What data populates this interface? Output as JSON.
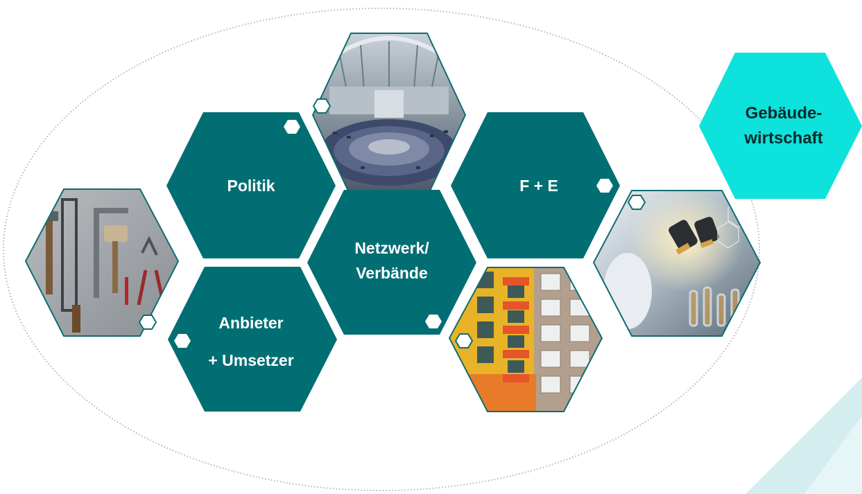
{
  "colors": {
    "hex_fill": "#006e73",
    "hex_border": "#0e6d70",
    "highlight_fill": "#0de2dc",
    "ellipse_stroke": "#b3b3b3",
    "corner_accent": "#d4eef0",
    "text_light": "#ffffff",
    "text_dark": "#0a2a2b"
  },
  "diagram": {
    "hubs": [
      {
        "id": "politik",
        "lines": [
          "Politik"
        ]
      },
      {
        "id": "netzwerk",
        "lines": [
          "Netzwerk/",
          "Verbände"
        ]
      },
      {
        "id": "fe",
        "lines": [
          "F + E"
        ]
      },
      {
        "id": "anbieter",
        "lines": [
          "Anbieter",
          "+ Umsetzer"
        ]
      }
    ],
    "photos": [
      {
        "id": "parliament",
        "subject": "plenary hall with glass dome"
      },
      {
        "id": "tools",
        "subject": "hand tools on grey surface"
      },
      {
        "id": "building",
        "subject": "colorful apartment facade"
      },
      {
        "id": "lab",
        "subject": "laboratory microscope"
      }
    ],
    "highlight": {
      "id": "gebaeudewirtschaft",
      "lines": [
        "Gebäude-",
        "wirtschaft"
      ]
    }
  }
}
